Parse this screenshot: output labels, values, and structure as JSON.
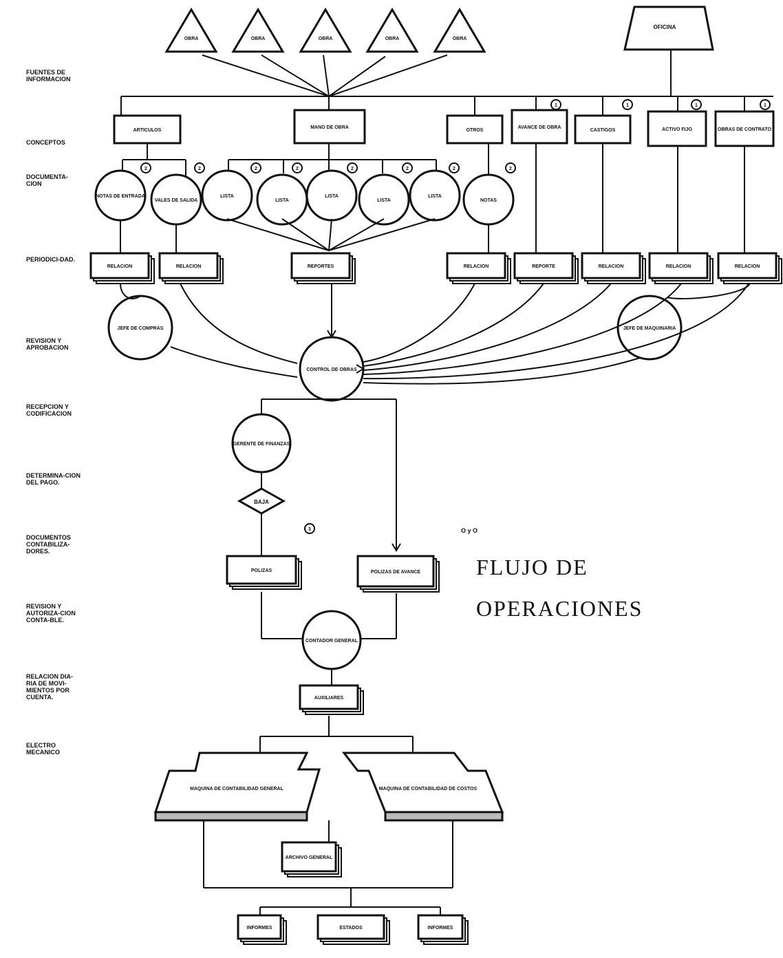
{
  "rows": [
    {
      "id": "fuentes",
      "label": "FUENTES DE INFORMACION"
    },
    {
      "id": "conceptos",
      "label": "CONCEPTOS"
    },
    {
      "id": "documentacion",
      "label": "DOCUMENTA-CION"
    },
    {
      "id": "periodicidad",
      "label": "PERIODICI-DAD."
    },
    {
      "id": "revision",
      "label": "REVISION Y APROBACION"
    },
    {
      "id": "recepcion",
      "label": "RECEPCION Y CODIFICACION"
    },
    {
      "id": "determinacion",
      "label": "DETERMINA-CION DEL PAGO."
    },
    {
      "id": "documentos",
      "label": "DOCUMENTOS CONTABILIZA-DORES."
    },
    {
      "id": "autorizacion",
      "label": "REVISION Y AUTORIZA-CION CONTA-BLE."
    },
    {
      "id": "relacion",
      "label": "RELACION DIA-RIA DE MOVI-MIENTOS POR CUENTA."
    },
    {
      "id": "electro",
      "label": "ELECTRO MECANICO"
    }
  ],
  "title": {
    "line1": "FLUJO  DE",
    "line2": "OPERACIONES"
  },
  "nodes": {
    "sources": [
      "OBRA",
      "OBRA",
      "OBRA",
      "OBRA",
      "OBRA"
    ],
    "oficina": "OFICINA",
    "conceptos": [
      "ARTICULOS",
      "MANO DE OBRA",
      "OTROS",
      "AVANCE DE OBRA",
      "CASTIGOS",
      "ACTIVO FIJO",
      "OBRAS DE CONTRATO"
    ],
    "documentos": [
      "NOTAS DE ENTRADA",
      "VALES DE SALIDA",
      "LISTA",
      "LISTA",
      "LISTA",
      "LISTA",
      "LISTA",
      "NOTAS"
    ],
    "reports": [
      "RELACION",
      "RELACION",
      "REPORTES",
      "RELACION",
      "REPORTE",
      "RELACION",
      "RELACION",
      "RELACION"
    ],
    "jefe_compras": "JEFE DE COMPRAS",
    "jefe_maq": "JEFE DE MAQUINARIA",
    "control": "CONTROL DE OBRAS",
    "gerente": "GERENTE DE FINANZAS",
    "baja": "BAJA",
    "polizas1": "POLIZAS",
    "polizas2": "POLIZAS DE AVANCE",
    "contador": "CONTADOR GENERAL",
    "auxiliares": "AUXILIARES",
    "machine1": "MAQUINA DE CONTABILIDAD GENERAL",
    "machine2": "MAQUINA DE CONTABILIDAD DE COSTOS",
    "archivo": "ARCHIVO GENERAL",
    "finals": [
      "INFORMES",
      "ESTADOS",
      "INFORMES"
    ]
  },
  "markers": {
    "a": "1",
    "b": "2",
    "c": "3",
    "pair": "O y O"
  }
}
